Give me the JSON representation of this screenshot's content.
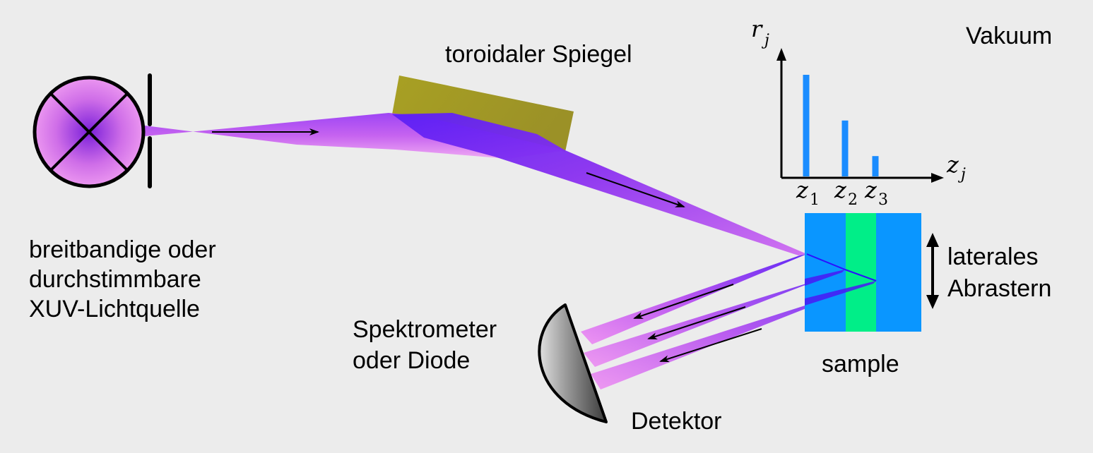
{
  "labels": {
    "vacuum": "Vakuum",
    "mirror": "toroidaler Spiegel",
    "source": [
      "breitbandige oder",
      "durchstimmbare",
      "XUV-Lichtquelle"
    ],
    "detector_note": [
      "Spektrometer",
      "oder Diode"
    ],
    "detector": "Detektor",
    "sample": "sample",
    "scan": [
      "laterales",
      "Abrastern"
    ]
  },
  "plot": {
    "y_symbol": "r",
    "y_sub": "j",
    "x_symbol": "z",
    "x_sub": "j",
    "ticks": [
      {
        "symbol": "z",
        "sub": "1"
      },
      {
        "symbol": "z",
        "sub": "2"
      },
      {
        "symbol": "z",
        "sub": "3"
      }
    ],
    "bar_values": [
      1.0,
      0.55,
      0.2
    ]
  },
  "colors": {
    "background": "#ececec",
    "beam": "#b43cf0",
    "beam_core": "#3a14ff",
    "mirror": "#a89d21",
    "sample_blue": "#0a96ff",
    "sample_green": "#00ee88",
    "bars": "#1a8cff",
    "source_fill": "#e68cf0",
    "detector": "#8a8a8a"
  }
}
